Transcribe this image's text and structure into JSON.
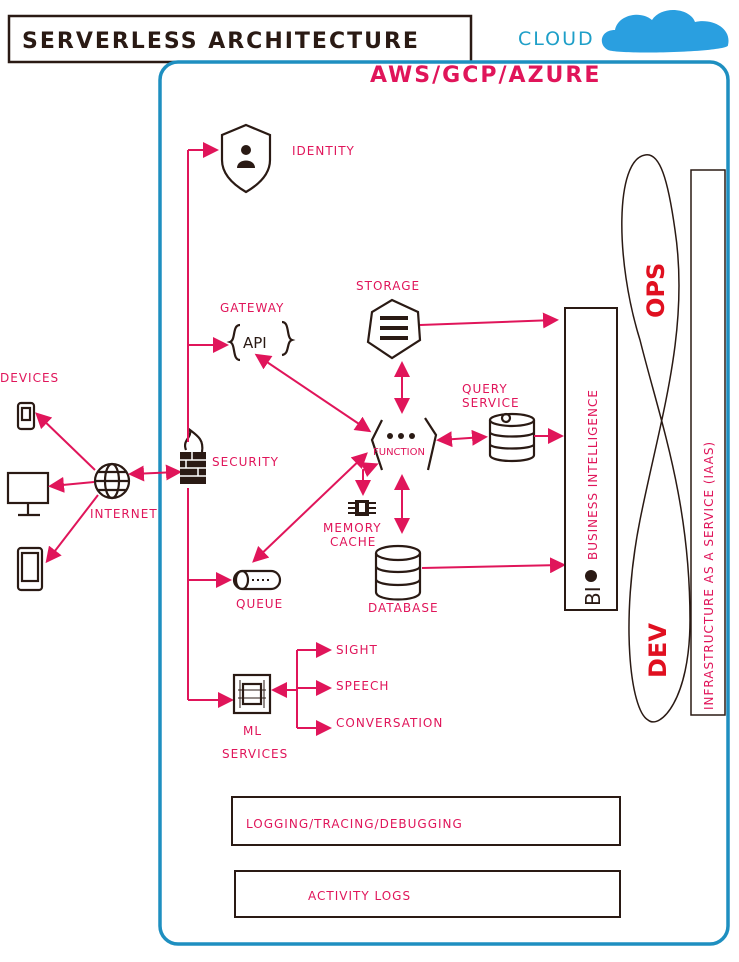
{
  "title": "SERVERLESS ARCHITECTURE",
  "cloud_label": "CLOUD",
  "providers": "AWS/GCP/AZURE",
  "nodes": {
    "devices": "DEVICES",
    "internet": "INTERNET",
    "security": "SECURITY",
    "identity": "IDENTITY",
    "gateway": "GATEWAY",
    "api": "API",
    "storage": "STORAGE",
    "function": "FUNCTION",
    "query_service_1": "QUERY",
    "query_service_2": "SERVICE",
    "memory_cache_1": "MEMORY",
    "memory_cache_2": "CACHE",
    "database": "DATABASE",
    "queue": "QUEUE",
    "ml_services_1": "ML",
    "ml_services_2": "SERVICES",
    "sight": "SIGHT",
    "speech": "SPEECH",
    "conversation": "CONVERSATION",
    "bi_label": "BUSINESS INTELLIGENCE",
    "bi_short": "BI",
    "ops": "OPS",
    "dev": "DEV",
    "iaas": "INFRASTRUCTURE AS A SERVICE (IAAS)"
  },
  "bars": {
    "logging": "LOGGING/TRACING/DEBUGGING",
    "activity": "ACTIVITY LOGS"
  },
  "colors": {
    "accent": "#e0155a",
    "frame": "#1e8fc0",
    "ink": "#2a1a14",
    "ops_dev": "#e01020"
  }
}
